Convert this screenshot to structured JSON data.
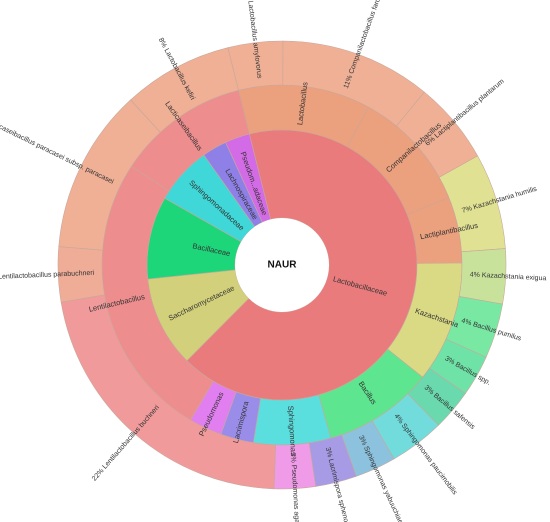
{
  "chart_data": {
    "type": "sunburst",
    "center_label": "NAUR",
    "levels": [
      {
        "ring": "family",
        "nodes": [
          {
            "label": "Lactobacillaceae",
            "value": 67,
            "color": "#ea7b7c"
          },
          {
            "label": "Saccharomycetaceae",
            "value": 11,
            "color": "#d2d07a"
          },
          {
            "label": "Bacillaceae",
            "value": 10,
            "color": "#1ed67a"
          },
          {
            "label": "Sphingomonadaceae",
            "value": 7,
            "color": "#3fd7d7"
          },
          {
            "label": "Lachnospiraceae",
            "value": 3,
            "color": "#8f80e8"
          },
          {
            "label": "Pseudom...adaceae",
            "value": 3,
            "color": "#d36be6"
          }
        ]
      },
      {
        "ring": "genus",
        "nodes": [
          {
            "label": "Lactobacillus",
            "value": 12,
            "color": "#eba07e"
          },
          {
            "label": "Companilactobacillus",
            "value": 11,
            "color": "#eba07e"
          },
          {
            "label": "Lactiplantibacillus",
            "value": 6,
            "color": "#eba07e"
          },
          {
            "label": "Kazachstania",
            "value": 11,
            "color": "#dada85"
          },
          {
            "label": "Bacillus",
            "value": 10,
            "color": "#5de68f"
          },
          {
            "label": "Sphingomonas",
            "value": 7,
            "color": "#5adede"
          },
          {
            "label": "Lacrimispora",
            "value": 3,
            "color": "#9a8dea"
          },
          {
            "label": "Pseudomonas",
            "value": 3,
            "color": "#e17ff0"
          },
          {
            "label": "Lentilactobacillus",
            "value": 26,
            "color": "#ee8d8e"
          },
          {
            "label": "Lacticaseibacillus",
            "value": 12,
            "color": "#ee8d8e"
          }
        ]
      },
      {
        "ring": "species",
        "nodes": [
          {
            "label": "Lactobacillus amylovorus",
            "value": 4,
            "pct": "4%",
            "color": "#efb096"
          },
          {
            "label": "Companilactobacillus farciminis",
            "value": 11,
            "pct": "11%",
            "color": "#efb096"
          },
          {
            "label": "Lactiplantibacillus plantarum",
            "value": 6,
            "pct": "6%",
            "color": "#efb096"
          },
          {
            "label": "Kazachstania humilis",
            "value": 7,
            "pct": "7%",
            "color": "#e1e193"
          },
          {
            "label": "Kazachstania exigua",
            "value": 4,
            "pct": "4%",
            "color": "#c8e29c"
          },
          {
            "label": "Bacillus pumilus",
            "value": 4,
            "pct": "4%",
            "color": "#78e8a3"
          },
          {
            "label": "Bacillus spp.",
            "value": 3,
            "pct": "3%",
            "color": "#6fe3a7"
          },
          {
            "label": "Bacillus safensis",
            "value": 3,
            "pct": "3%",
            "color": "#6ad9ad"
          },
          {
            "label": "Sphingomonas paucimobilis",
            "value": 4,
            "pct": "4%",
            "color": "#72dcdc"
          },
          {
            "label": "Sphingomonas yabuuchiae",
            "value": 3,
            "pct": "3%",
            "color": "#8cc2de"
          },
          {
            "label": "Lacrimispora sphenoides",
            "value": 3,
            "pct": "3%",
            "color": "#a79be6"
          },
          {
            "label": "Pseudomonas agarici",
            "value": 3,
            "pct": "3%",
            "color": "#ef9be8"
          },
          {
            "label": "Lentilactobacillus buchneri",
            "value": 22,
            "pct": "22%",
            "color": "#f09a9b"
          },
          {
            "label": "Lentilactobacillus parabuchneri",
            "value": 4,
            "pct": "4%",
            "color": "#efad98"
          },
          {
            "label": "Lacticaseibacillus paracasei subsp. paracasei",
            "value": 12,
            "pct": "12%",
            "color": "#efb096"
          },
          {
            "label": "Lactobacillus kefiri",
            "value": 8,
            "pct": "8%",
            "color": "#efb096"
          }
        ]
      }
    ]
  }
}
